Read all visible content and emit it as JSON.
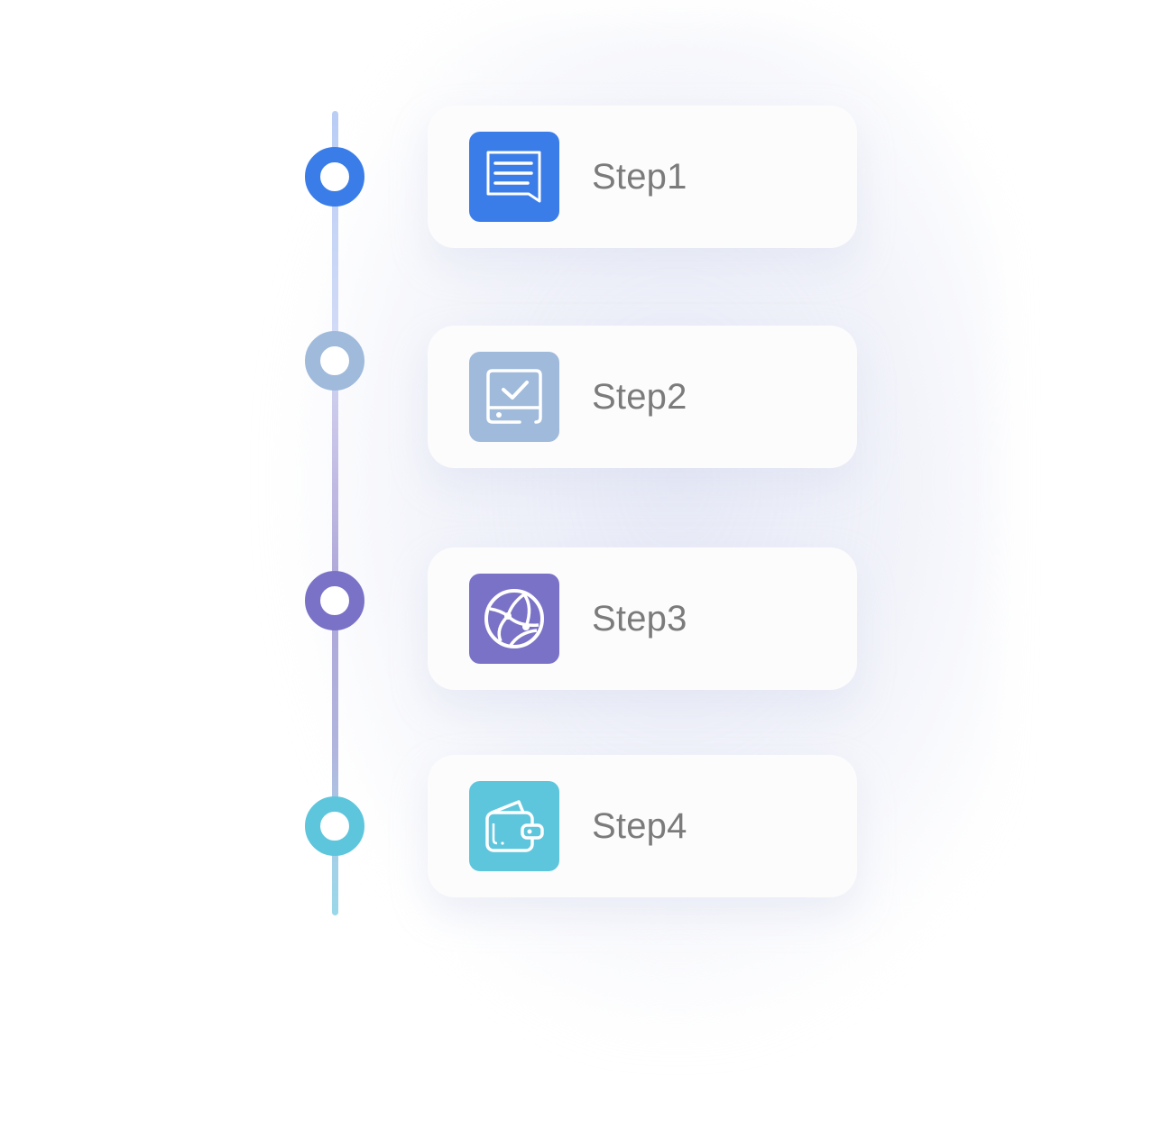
{
  "steps": [
    {
      "label": "Step1",
      "icon": "message-icon",
      "color": "#3a7de8",
      "node_color": "#3a7de8"
    },
    {
      "label": "Step2",
      "icon": "monitor-check-icon",
      "color": "#a0badb",
      "node_color": "#a0badb"
    },
    {
      "label": "Step3",
      "icon": "globe-network-icon",
      "color": "#7a72c7",
      "node_color": "#7a72c7"
    },
    {
      "label": "Step4",
      "icon": "wallet-icon",
      "color": "#5ec6dc",
      "node_color": "#5ec6dc"
    }
  ]
}
